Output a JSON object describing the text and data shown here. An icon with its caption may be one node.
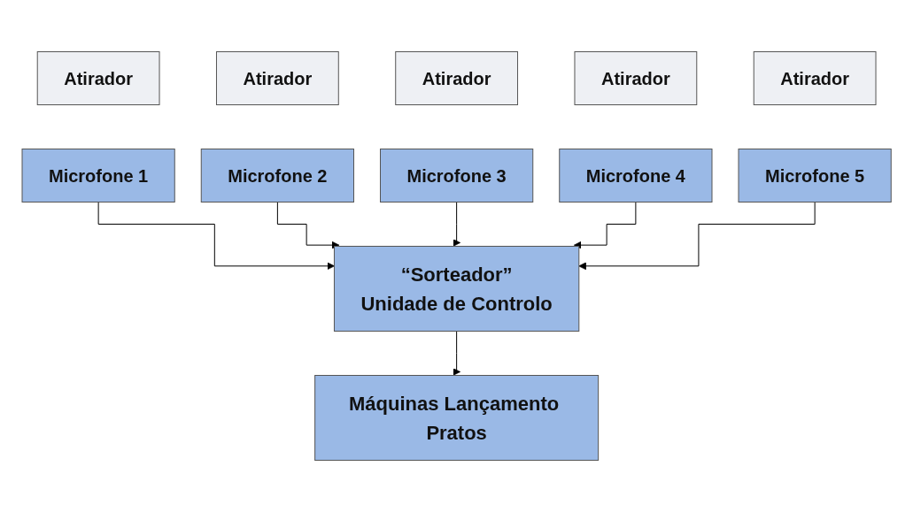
{
  "diagram": {
    "nodes": [
      {
        "text": [
          "Atirador"
        ]
      },
      {
        "text": [
          "Atirador"
        ]
      },
      {
        "text": [
          "Atirador"
        ]
      },
      {
        "text": [
          "Atirador"
        ]
      },
      {
        "text": [
          "Atirador"
        ]
      },
      {
        "text": [
          "Microfone 1"
        ]
      },
      {
        "text": [
          "Microfone 2"
        ]
      },
      {
        "text": [
          "Microfone 3"
        ]
      },
      {
        "text": [
          "Microfone 4"
        ]
      },
      {
        "text": [
          "Microfone 5"
        ]
      },
      {
        "text": [
          "“Sorteador”",
          "Unidade de Controlo"
        ]
      },
      {
        "text": [
          "Máquinas Lançamento Pratos"
        ]
      }
    ],
    "edges": [
      {
        "from": 5,
        "to": 10,
        "arrow": "to"
      },
      {
        "from": 6,
        "to": 10,
        "arrow": "to"
      },
      {
        "from": 7,
        "to": 10,
        "arrow": "to"
      },
      {
        "from": 8,
        "to": 10,
        "arrow": "to"
      },
      {
        "from": 9,
        "to": 10,
        "arrow": "to"
      },
      {
        "from": 10,
        "to": 11,
        "arrow": "to"
      }
    ]
  }
}
